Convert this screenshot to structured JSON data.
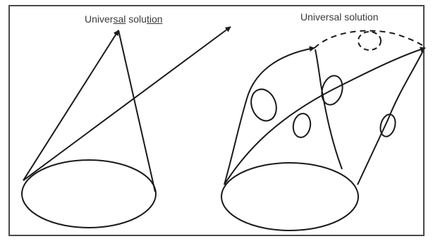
{
  "figure": {
    "left_panel": {
      "label_parts": [
        {
          "text": "Univer",
          "underlined": false
        },
        {
          "text": "sal",
          "underlined": true
        },
        {
          "text": " solu",
          "underlined": false
        },
        {
          "text": "tion",
          "underlined": true
        }
      ]
    },
    "right_panel": {
      "label": "Universal solution"
    },
    "colors": {
      "stroke": "#1a1a1a",
      "frame": "#4a4a4a",
      "background": "#ffffff"
    }
  }
}
